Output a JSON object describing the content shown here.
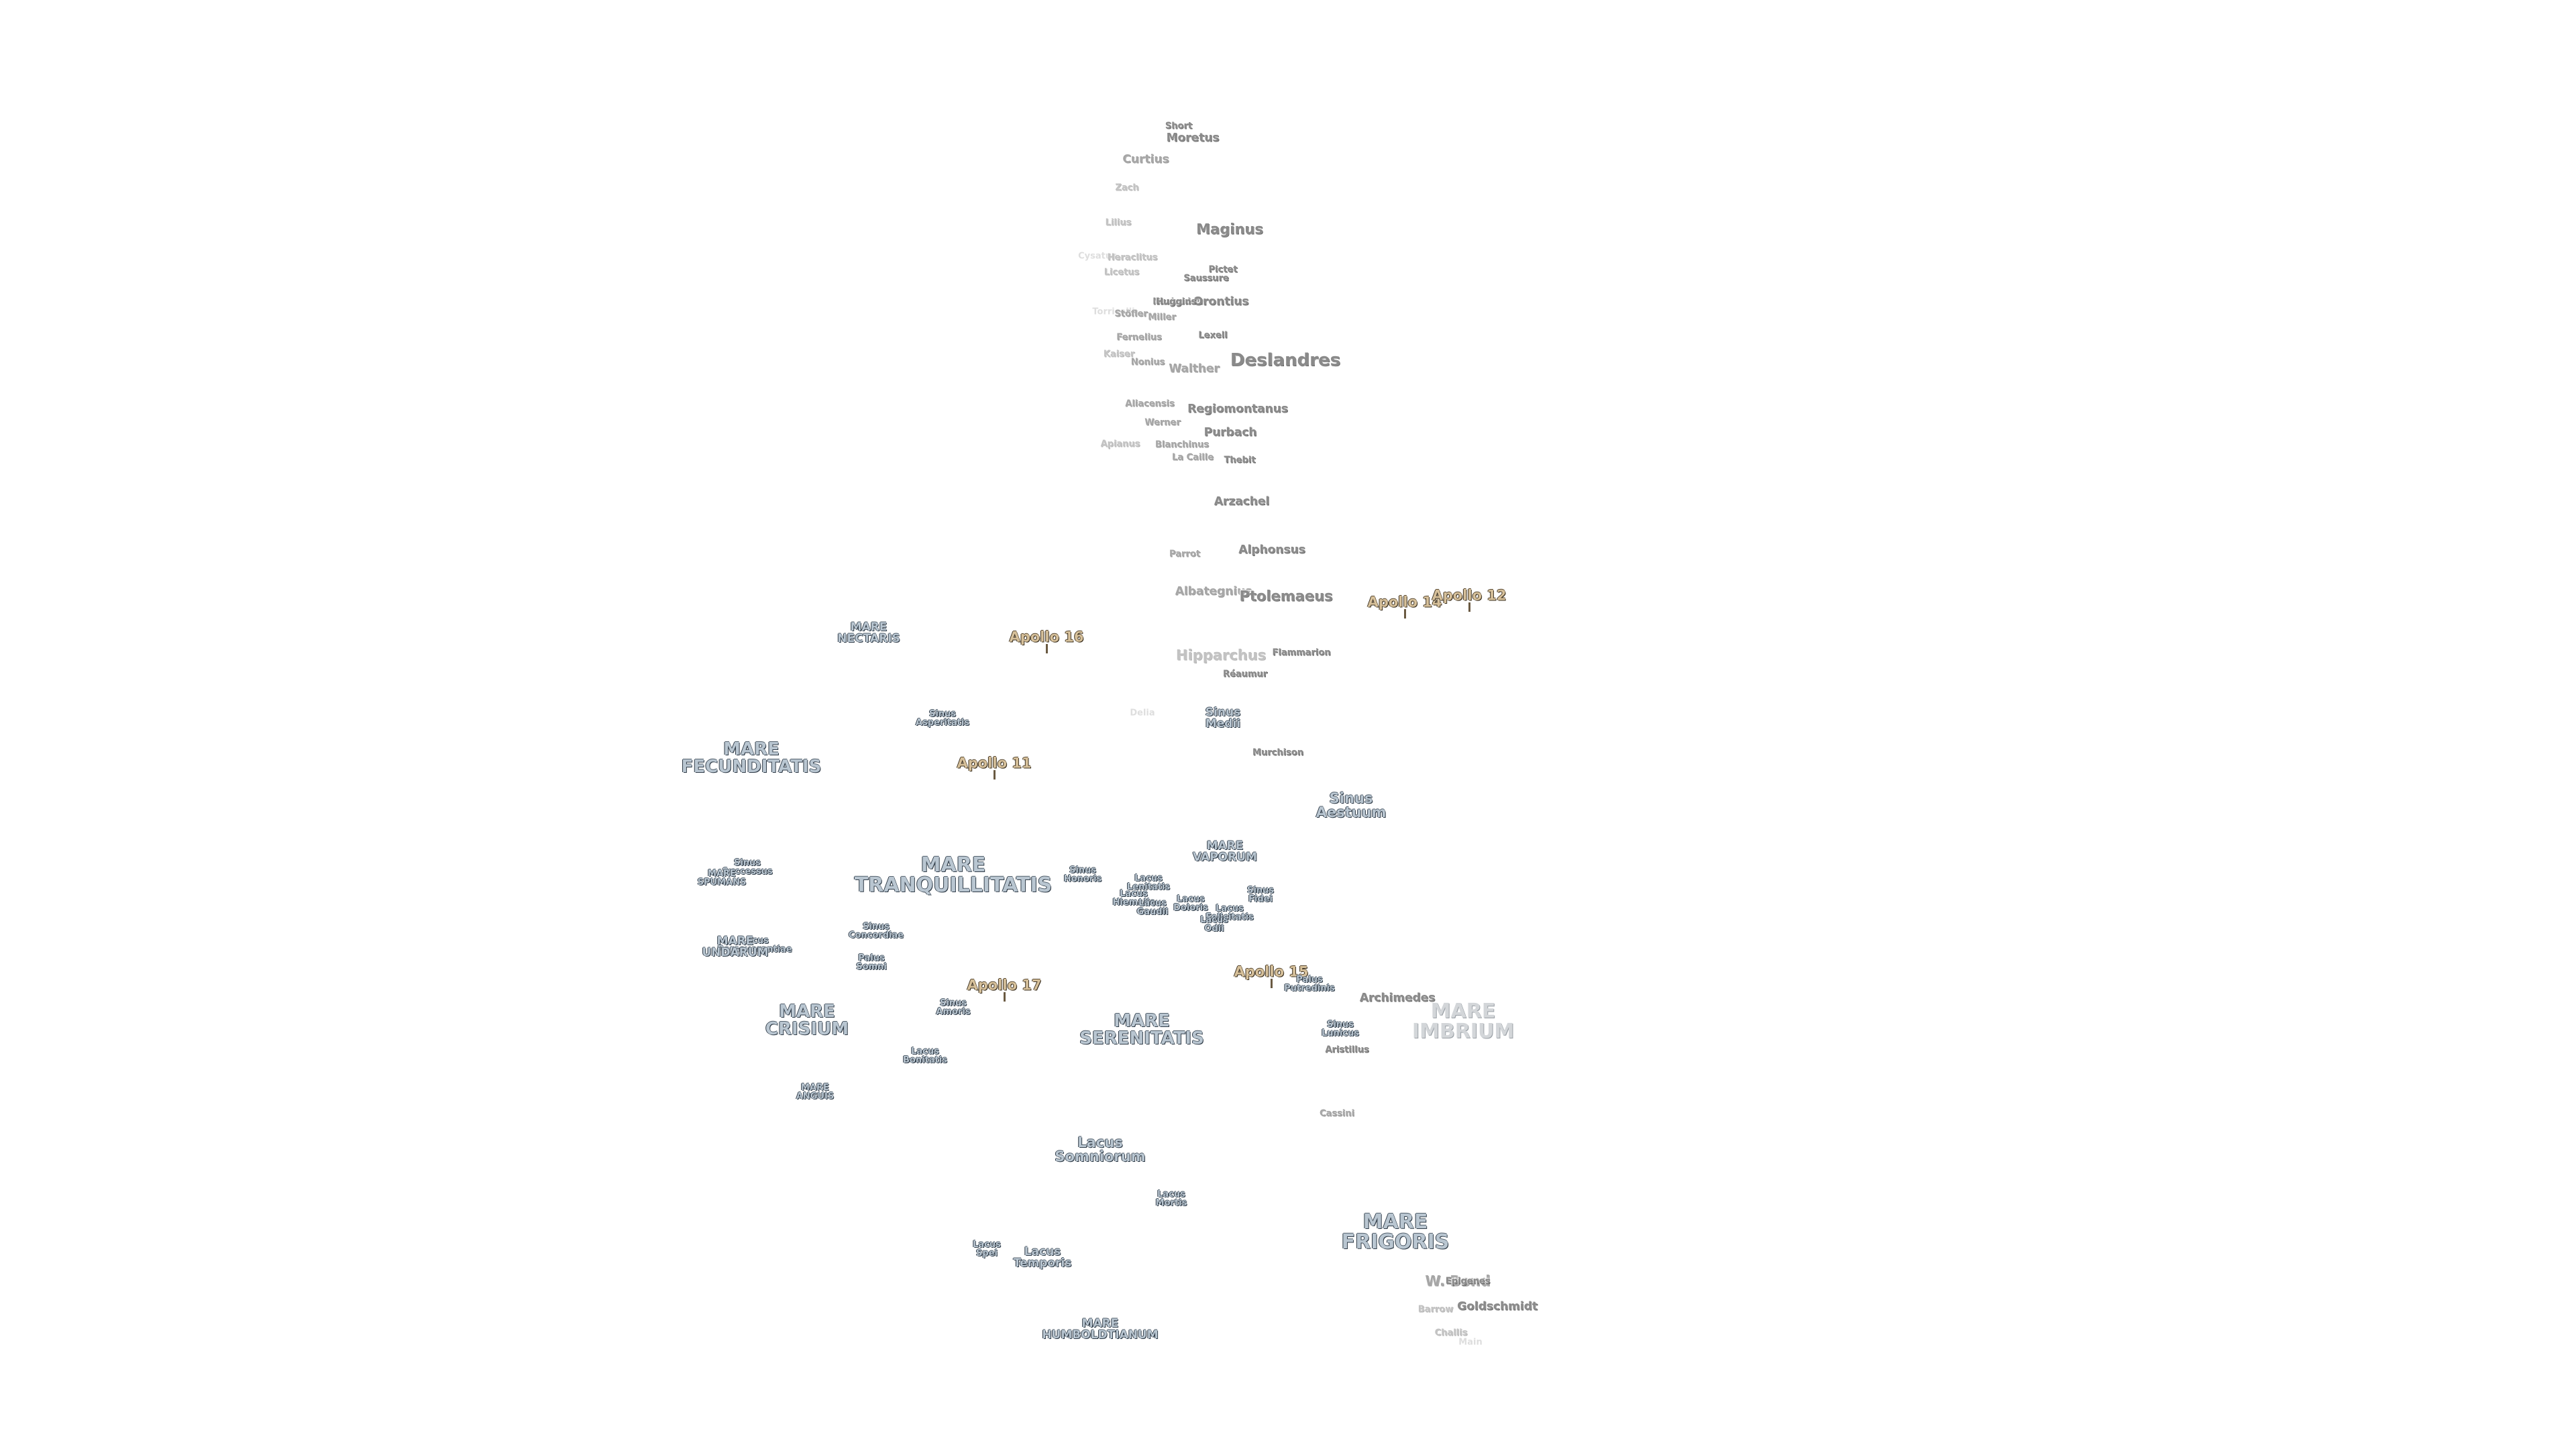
{
  "colors": {
    "background": "#ffffff",
    "crater_text": "#8a8a8a",
    "mare_text": "#b9c6d1",
    "apollo_text": "#d6c09a",
    "outline": "#2f3b47"
  },
  "labels": [
    {
      "text": "Short",
      "kind": "crater",
      "size": "xs",
      "shade": 0
    },
    {
      "text": "Moretus",
      "kind": "crater",
      "size": "s",
      "shade": 0
    },
    {
      "text": "Curtius",
      "kind": "crater",
      "size": "s",
      "shade": 1
    },
    {
      "text": "Zach",
      "kind": "crater",
      "size": "xs",
      "shade": 2
    },
    {
      "text": "Lilius",
      "kind": "crater",
      "size": "xs",
      "shade": 2
    },
    {
      "text": "Maginus",
      "kind": "crater",
      "size": "m",
      "shade": 0
    },
    {
      "text": "Cysatus",
      "kind": "crater",
      "size": "xs",
      "shade": 3
    },
    {
      "text": "Heraclitus",
      "kind": "crater",
      "size": "xs",
      "shade": 2
    },
    {
      "text": "Licetus",
      "kind": "crater",
      "size": "xs",
      "shade": 2
    },
    {
      "text": "Pictet",
      "kind": "crater",
      "size": "xs",
      "shade": 0
    },
    {
      "text": "Saussure",
      "kind": "crater",
      "size": "xs",
      "shade": 0
    },
    {
      "text": "Nasireddin",
      "kind": "crater",
      "size": "xs",
      "shade": 0
    },
    {
      "text": "Orontius",
      "kind": "crater",
      "size": "s",
      "shade": 0
    },
    {
      "text": "Huggins",
      "kind": "crater",
      "size": "xs",
      "shade": 0
    },
    {
      "text": "Torricelli",
      "kind": "crater",
      "size": "xs",
      "shade": 3
    },
    {
      "text": "Stöfler",
      "kind": "crater",
      "size": "xs",
      "shade": 1
    },
    {
      "text": "Miller",
      "kind": "crater",
      "size": "xs",
      "shade": 1
    },
    {
      "text": "Fernelius",
      "kind": "crater",
      "size": "xs",
      "shade": 1
    },
    {
      "text": "Lexell",
      "kind": "crater",
      "size": "xs",
      "shade": 0
    },
    {
      "text": "Kaiser",
      "kind": "crater",
      "size": "xs",
      "shade": 2
    },
    {
      "text": "Nonius",
      "kind": "crater",
      "size": "xs",
      "shade": 1
    },
    {
      "text": "Walther",
      "kind": "crater",
      "size": "s",
      "shade": 1
    },
    {
      "text": "Deslandres",
      "kind": "crater",
      "size": "l",
      "shade": 0
    },
    {
      "text": "Aliacensis",
      "kind": "crater",
      "size": "xs",
      "shade": 1
    },
    {
      "text": "Regiomontanus",
      "kind": "crater",
      "size": "s",
      "shade": 0
    },
    {
      "text": "Werner",
      "kind": "crater",
      "size": "xs",
      "shade": 1
    },
    {
      "text": "Purbach",
      "kind": "crater",
      "size": "s",
      "shade": 0
    },
    {
      "text": "Apianus",
      "kind": "crater",
      "size": "xs",
      "shade": 2
    },
    {
      "text": "Blanchinus",
      "kind": "crater",
      "size": "xs",
      "shade": 1
    },
    {
      "text": "La Caille",
      "kind": "crater",
      "size": "xs",
      "shade": 1
    },
    {
      "text": "Thebit",
      "kind": "crater",
      "size": "xs",
      "shade": 0
    },
    {
      "text": "Arzachel",
      "kind": "crater",
      "size": "s",
      "shade": 0
    },
    {
      "text": "Parrot",
      "kind": "crater",
      "size": "xs",
      "shade": 1
    },
    {
      "text": "Alphonsus",
      "kind": "crater",
      "size": "s",
      "shade": 0
    },
    {
      "text": "Albategnius",
      "kind": "crater",
      "size": "s",
      "shade": 1
    },
    {
      "text": "Ptolemaeus",
      "kind": "crater",
      "size": "m",
      "shade": 0
    },
    {
      "text": "Apollo 14",
      "kind": "apollo",
      "size": "m",
      "shade": 0
    },
    {
      "text": "Apollo 12",
      "kind": "apollo",
      "size": "m",
      "shade": 0
    },
    {
      "text": "MARE\nNECTARIS",
      "kind": "mare",
      "size": "s",
      "shade": 0
    },
    {
      "text": "Apollo 16",
      "kind": "apollo",
      "size": "m",
      "shade": 0
    },
    {
      "text": "Hipparchus",
      "kind": "crater",
      "size": "m",
      "shade": 2
    },
    {
      "text": "Flammarion",
      "kind": "crater",
      "size": "xs",
      "shade": 0
    },
    {
      "text": "Réaumur",
      "kind": "crater",
      "size": "xs",
      "shade": 0
    },
    {
      "text": "Sinus\nAsperitatis",
      "kind": "mare",
      "size": "xs",
      "shade": 0
    },
    {
      "text": "Delia",
      "kind": "crater",
      "size": "xs",
      "shade": 3
    },
    {
      "text": "Sinus\nMedii",
      "kind": "mare",
      "size": "s",
      "shade": 0
    },
    {
      "text": "MARE\nFECUNDITATIS",
      "kind": "mare",
      "size": "l",
      "shade": 0
    },
    {
      "text": "Apollo 11",
      "kind": "apollo",
      "size": "m",
      "shade": 0
    },
    {
      "text": "Murchison",
      "kind": "crater",
      "size": "xs",
      "shade": 0
    },
    {
      "text": "Sinus\nAestuum",
      "kind": "mare",
      "size": "m",
      "shade": 0
    },
    {
      "text": "MARE\nVAPORUM",
      "kind": "mare",
      "size": "s",
      "shade": 0
    },
    {
      "text": "Sinus\nSuccessus",
      "kind": "mare",
      "size": "xs",
      "shade": 0
    },
    {
      "text": "MARE\nSPUMANS",
      "kind": "mare",
      "size": "xs",
      "shade": 0
    },
    {
      "text": "MARE\nTRANQUILLITATIS",
      "kind": "mare",
      "size": "xl",
      "shade": 0
    },
    {
      "text": "Sinus\nHonoris",
      "kind": "mare",
      "size": "xs",
      "shade": 0
    },
    {
      "text": "Lacus\nLenitatis",
      "kind": "mare",
      "size": "xs",
      "shade": 0
    },
    {
      "text": "Lacus\nHiemalis",
      "kind": "mare",
      "size": "xs",
      "shade": 0
    },
    {
      "text": "Lacus\nGaudii",
      "kind": "mare",
      "size": "xs",
      "shade": 0
    },
    {
      "text": "Lacus\nDoloris",
      "kind": "mare",
      "size": "xs",
      "shade": 0
    },
    {
      "text": "Sinus\nFidei",
      "kind": "mare",
      "size": "xs",
      "shade": 0
    },
    {
      "text": "Lacus\nFelicitatis",
      "kind": "mare",
      "size": "xs",
      "shade": 0
    },
    {
      "text": "Lacus\nOdii",
      "kind": "mare",
      "size": "xs",
      "shade": 0
    },
    {
      "text": "Sinus\nConcordiae",
      "kind": "mare",
      "size": "xs",
      "shade": 0
    },
    {
      "text": "Lacus\nPerseverantiae",
      "kind": "mare",
      "size": "xs",
      "shade": 0
    },
    {
      "text": "MARE\nUNDARUM",
      "kind": "mare",
      "size": "s",
      "shade": 0
    },
    {
      "text": "Palus\nSomni",
      "kind": "mare",
      "size": "xs",
      "shade": 0
    },
    {
      "text": "Apollo 17",
      "kind": "apollo",
      "size": "m",
      "shade": 0
    },
    {
      "text": "Apollo 15",
      "kind": "apollo",
      "size": "m",
      "shade": 0
    },
    {
      "text": "Palus\nPutredinis",
      "kind": "mare",
      "size": "xs",
      "shade": 0
    },
    {
      "text": "Archimedes",
      "kind": "crater",
      "size": "s",
      "shade": 0
    },
    {
      "text": "Sinus\nAmoris",
      "kind": "mare",
      "size": "xs",
      "shade": 0
    },
    {
      "text": "MARE\nCRISIUM",
      "kind": "mare",
      "size": "l",
      "shade": 0
    },
    {
      "text": "MARE\nSERENITATIS",
      "kind": "mare",
      "size": "l",
      "shade": 0
    },
    {
      "text": "MARE\nIMBRIUM",
      "kind": "mare",
      "size": "xl",
      "shade": 1
    },
    {
      "text": "Sinus\nLunicus",
      "kind": "mare",
      "size": "xs",
      "shade": 0
    },
    {
      "text": "Aristillus",
      "kind": "crater",
      "size": "xs",
      "shade": 0
    },
    {
      "text": "Lacus\nBonitatis",
      "kind": "mare",
      "size": "xs",
      "shade": 0
    },
    {
      "text": "MARE\nANGUIS",
      "kind": "mare",
      "size": "xs",
      "shade": 0
    },
    {
      "text": "Cassini",
      "kind": "crater",
      "size": "xs",
      "shade": 1
    },
    {
      "text": "Lacus\nSomniorum",
      "kind": "mare",
      "size": "m",
      "shade": 0
    },
    {
      "text": "Lacus\nMortis",
      "kind": "mare",
      "size": "xs",
      "shade": 0
    },
    {
      "text": "MARE\nFRIGORIS",
      "kind": "mare",
      "size": "xl",
      "shade": 0
    },
    {
      "text": "Lacus\nSpei",
      "kind": "mare",
      "size": "xs",
      "shade": 0
    },
    {
      "text": "Lacus\nTemporis",
      "kind": "mare",
      "size": "s",
      "shade": 0
    },
    {
      "text": "W. Bond",
      "kind": "crater",
      "size": "m",
      "shade": 1
    },
    {
      "text": "Epigenes",
      "kind": "crater",
      "size": "xs",
      "shade": 0
    },
    {
      "text": "Goldschmidt",
      "kind": "crater",
      "size": "s",
      "shade": 0
    },
    {
      "text": "Barrow",
      "kind": "crater",
      "size": "xs",
      "shade": 2
    },
    {
      "text": "MARE\nHUMBOLDTIANUM",
      "kind": "mare",
      "size": "s",
      "shade": 0
    },
    {
      "text": "Challis",
      "kind": "crater",
      "size": "xs",
      "shade": 2
    },
    {
      "text": "Main",
      "kind": "crater",
      "size": "xs",
      "shade": 3
    }
  ]
}
